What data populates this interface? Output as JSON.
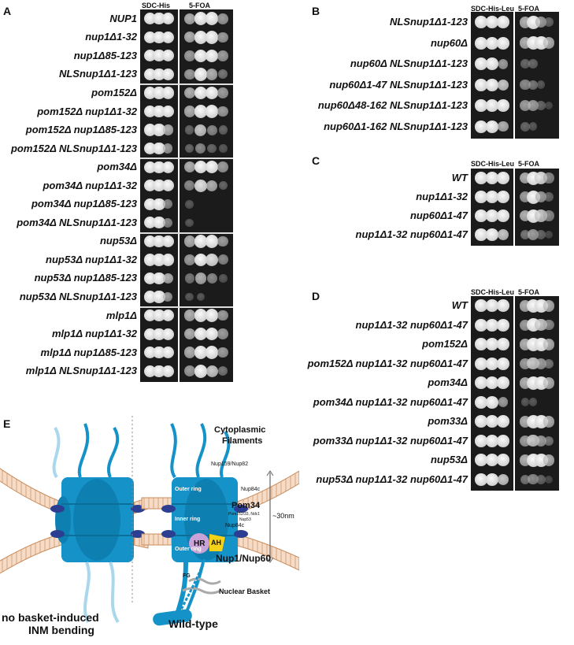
{
  "panels": {
    "A": {
      "letter": "A",
      "columns": [
        "SDC-His",
        "5-FOA"
      ],
      "rows": [
        {
          "label": "NUP1",
          "growth": [
            1,
            1,
            1,
            0.7,
            1,
            1,
            0.6
          ]
        },
        {
          "label": "nup1Δ1-32",
          "growth": [
            1,
            1,
            1,
            0.7,
            1,
            1,
            0.6
          ]
        },
        {
          "label": "nup1Δ85-123",
          "growth": [
            1,
            1,
            1,
            0.6,
            1,
            1,
            0.6
          ]
        },
        {
          "label": "NLSnup1Δ1-123",
          "growth": [
            1,
            1,
            1,
            0.6,
            1,
            0.7,
            0.4
          ]
        },
        {
          "label": "pom152Δ",
          "growth": [
            1,
            1,
            1,
            0.7,
            1,
            1,
            0.6
          ]
        },
        {
          "label": "pom152Δ nup1Δ1-32",
          "growth": [
            1,
            1,
            1,
            0.7,
            1,
            1,
            0.6
          ]
        },
        {
          "label": "pom152Δ nup1Δ85-123",
          "growth": [
            1,
            1,
            0.7,
            0.3,
            0.8,
            0.5,
            0.3
          ]
        },
        {
          "label": "pom152Δ NLSnup1Δ1-123",
          "growth": [
            1,
            1,
            0.6,
            0.3,
            0.5,
            0.3,
            0.2
          ]
        },
        {
          "label": "pom34Δ",
          "growth": [
            1,
            1,
            1,
            0.7,
            1,
            1,
            0.6
          ]
        },
        {
          "label": "pom34Δ nup1Δ1-32",
          "growth": [
            1,
            1,
            1,
            0.5,
            0.9,
            0.7,
            0.3
          ]
        },
        {
          "label": "pom34Δ nup1Δ85-123",
          "growth": [
            1,
            1,
            0.5,
            0.2,
            0,
            0,
            0
          ]
        },
        {
          "label": "pom34Δ NLSnup1Δ1-123",
          "growth": [
            1,
            1,
            0.5,
            0.2,
            0,
            0,
            0
          ]
        },
        {
          "label": "nup53Δ",
          "growth": [
            1,
            1,
            1,
            0.7,
            1,
            1,
            0.6
          ]
        },
        {
          "label": "nup53Δ nup1Δ1-32",
          "growth": [
            1,
            1,
            1,
            0.6,
            1,
            0.9,
            0.5
          ]
        },
        {
          "label": "nup53Δ nup1Δ85-123",
          "growth": [
            1,
            1,
            0.7,
            0.4,
            0.7,
            0.5,
            0.2
          ]
        },
        {
          "label": "nup53Δ NLSnup1Δ1-123",
          "growth": [
            1,
            1,
            0.6,
            0.2,
            0.2,
            0,
            0
          ]
        },
        {
          "label": "mlp1Δ",
          "growth": [
            1,
            1,
            1,
            0.7,
            1,
            1,
            0.6
          ]
        },
        {
          "label": "mlp1Δ nup1Δ1-32",
          "growth": [
            1,
            1,
            1,
            0.7,
            1,
            1,
            0.6
          ]
        },
        {
          "label": "mlp1Δ nup1Δ85-123",
          "growth": [
            1,
            1,
            1,
            0.7,
            1,
            1,
            0.6
          ]
        },
        {
          "label": "mlp1Δ NLSnup1Δ1-123",
          "growth": [
            1,
            1,
            1,
            0.6,
            1,
            0.8,
            0.4
          ]
        }
      ]
    },
    "B": {
      "letter": "B",
      "columns": [
        "SDC-His-Leu",
        "5-FOA"
      ],
      "rows": [
        {
          "label": "NLSnup1Δ1-123",
          "growth": [
            1,
            1,
            1,
            0.7,
            1,
            0.6,
            0.3
          ]
        },
        {
          "label": "nup60Δ",
          "growth": [
            1,
            1,
            1,
            0.7,
            1,
            1,
            0.7
          ]
        },
        {
          "label": "nup60Δ NLSnup1Δ1-123",
          "growth": [
            1,
            1,
            0.6,
            0.3,
            0.3,
            0,
            0
          ]
        },
        {
          "label": "nup60Δ1-47 NLSnup1Δ1-123",
          "growth": [
            1,
            1,
            0.8,
            0.5,
            0.4,
            0.2,
            0
          ]
        },
        {
          "label": "nup60Δ48-162 NLSnup1Δ1-123",
          "growth": [
            1,
            1,
            1,
            0.6,
            0.6,
            0.3,
            0.1
          ]
        },
        {
          "label": "nup60Δ1-162 NLSnup1Δ1-123",
          "growth": [
            1,
            1,
            0.7,
            0.3,
            0.2,
            0,
            0
          ]
        }
      ]
    },
    "C": {
      "letter": "C",
      "columns": [
        "SDC-His-Leu",
        "5-FOA"
      ],
      "rows": [
        {
          "label": "WT",
          "growth": [
            1,
            1,
            1,
            0.7,
            1,
            0.9,
            0.5
          ]
        },
        {
          "label": "nup1Δ1-32",
          "growth": [
            1,
            1,
            1,
            0.6,
            1,
            0.6,
            0.3
          ]
        },
        {
          "label": "nup60Δ1-47",
          "growth": [
            1,
            1,
            1,
            0.7,
            1,
            0.8,
            0.5
          ]
        },
        {
          "label": "nup1Δ1-32 nup60Δ1-47",
          "growth": [
            1,
            1,
            0.8,
            0.4,
            0.6,
            0.3,
            0.1
          ]
        }
      ]
    },
    "D": {
      "letter": "D",
      "columns": [
        "SDC-His-Leu",
        "5-FOA"
      ],
      "rows": [
        {
          "label": "WT",
          "growth": [
            1,
            1,
            1,
            0.7,
            1,
            1,
            0.7
          ]
        },
        {
          "label": "nup1Δ1-32 nup60Δ1-47",
          "growth": [
            1,
            1,
            1,
            0.6,
            1,
            0.8,
            0.5
          ]
        },
        {
          "label": "pom152Δ",
          "growth": [
            1,
            1,
            1,
            0.7,
            1,
            1,
            0.7
          ]
        },
        {
          "label": "pom152Δ nup1Δ1-32 nup60Δ1-47",
          "growth": [
            1,
            1,
            1,
            0.6,
            0.8,
            0.6,
            0.4
          ]
        },
        {
          "label": "pom34Δ",
          "growth": [
            1,
            1,
            1,
            0.7,
            1,
            1,
            0.7
          ]
        },
        {
          "label": "pom34Δ nup1Δ1-32 nup60Δ1-47",
          "growth": [
            1,
            1,
            0.6,
            0.2,
            0.2,
            0,
            0
          ]
        },
        {
          "label": "pom33Δ",
          "growth": [
            1,
            1,
            1,
            0.7,
            1,
            1,
            0.7
          ]
        },
        {
          "label": "pom33Δ nup1Δ1-32 nup60Δ1-47",
          "growth": [
            1,
            1,
            1,
            0.6,
            0.8,
            0.6,
            0.4
          ]
        },
        {
          "label": "nup53Δ",
          "growth": [
            1,
            1,
            1,
            0.7,
            1,
            1,
            0.7
          ]
        },
        {
          "label": "nup53Δ nup1Δ1-32 nup60Δ1-47",
          "growth": [
            1,
            1,
            0.8,
            0.4,
            0.5,
            0.3,
            0.1
          ]
        }
      ]
    }
  },
  "panelE": {
    "letter": "E",
    "labels": {
      "cyto": "Cytoplasmic",
      "filaments": "Filaments",
      "nup159": "Nup159/Nup82",
      "nup84c_top": "Nup84c",
      "outer_ring_top": "Outer ring",
      "inner_ring": "Inner ring",
      "outer_ring_bottom": "Outer ring",
      "pom34": "Pom34",
      "pom_sub1": "Pom152/33, Ndc1",
      "pom_sub2": "Nup53",
      "nup84c_bottom": "Nup84c",
      "size": "~30nm",
      "hr": "HR",
      "ah": "AH",
      "nup1_nup60": "Nup1/Nup60",
      "fg": "FG",
      "basket": "Nuclear Basket",
      "caption_left_1": "no basket-induced",
      "caption_left_2": "INM bending",
      "caption_right": "Wild-type"
    },
    "colors": {
      "pore": "#1592c8",
      "pore_dark": "#0c6f9a",
      "membrane": "#e8b88f",
      "transmembrane": "#2c3e91",
      "hr": "#c9a3d8",
      "ah": "#f4d21a"
    }
  }
}
